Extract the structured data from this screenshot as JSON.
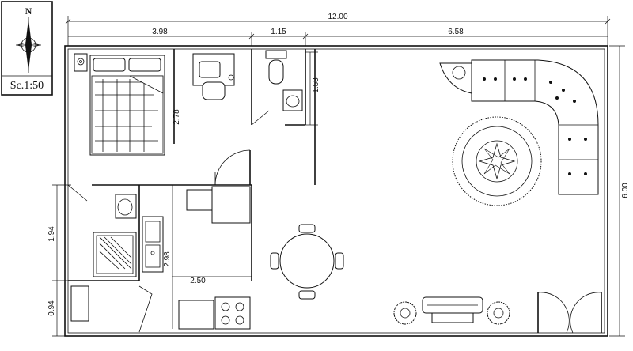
{
  "scale_label": "Sc.1:50",
  "north_label": "N",
  "dimensions": {
    "total_width": "12.00",
    "bedroom_width": "3.98",
    "bath_width": "1.15",
    "living_width": "6.58",
    "bath_depth": "1.53",
    "bedroom_depth": "2.78",
    "total_depth": "6.00",
    "left_mid": "1.94",
    "left_bottom": "0.94",
    "kitchen_depth": "2.98",
    "kitchen_width": "2.50"
  }
}
